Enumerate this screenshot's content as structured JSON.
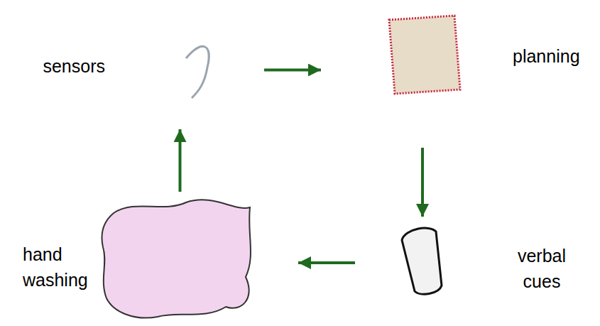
{
  "diagram": {
    "nodes": [
      {
        "text": [
          "sensors"
        ]
      },
      {
        "text": [
          "planning"
        ]
      },
      {
        "text": [
          "hand washing"
        ]
      },
      {
        "text": [
          "verbal cues"
        ]
      }
    ],
    "edges": [
      {
        "from": 0,
        "to": 1,
        "arrow": "to"
      },
      {
        "from": 1,
        "to": 3,
        "arrow": "to"
      },
      {
        "from": 3,
        "to": 2,
        "arrow": "to"
      },
      {
        "from": 2,
        "to": 0,
        "arrow": "to"
      }
    ]
  }
}
